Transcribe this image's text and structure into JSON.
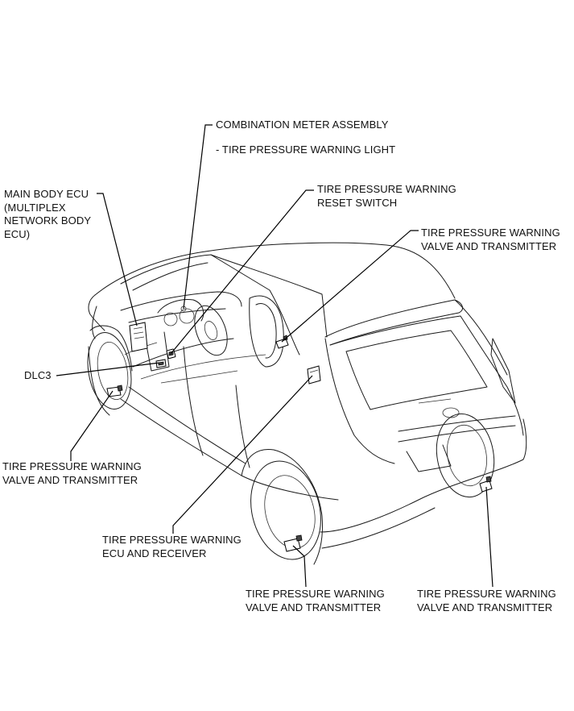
{
  "labels": {
    "combination_meter": {
      "line1": "COMBINATION METER ASSEMBLY",
      "line2": "- TIRE PRESSURE WARNING LIGHT"
    },
    "reset_switch": {
      "line1": "TIRE PRESSURE WARNING",
      "line2": "RESET SWITCH"
    },
    "main_body_ecu": {
      "line1": "MAIN BODY ECU",
      "line2": "(MULTIPLEX",
      "line3": "NETWORK BODY",
      "line4": "ECU)"
    },
    "valve_front_right": {
      "line1": "TIRE PRESSURE WARNING",
      "line2": "VALVE AND TRANSMITTER"
    },
    "dlc3": {
      "line1": "DLC3"
    },
    "valve_front_left": {
      "line1": "TIRE PRESSURE WARNING",
      "line2": "VALVE AND TRANSMITTER"
    },
    "ecu_receiver": {
      "line1": "TIRE PRESSURE WARNING",
      "line2": "ECU AND RECEIVER"
    },
    "valve_rear_left": {
      "line1": "TIRE PRESSURE WARNING",
      "line2": "VALVE AND TRANSMITTER"
    },
    "valve_rear_right": {
      "line1": "TIRE PRESSURE WARNING",
      "line2": "VALVE AND TRANSMITTER"
    }
  }
}
